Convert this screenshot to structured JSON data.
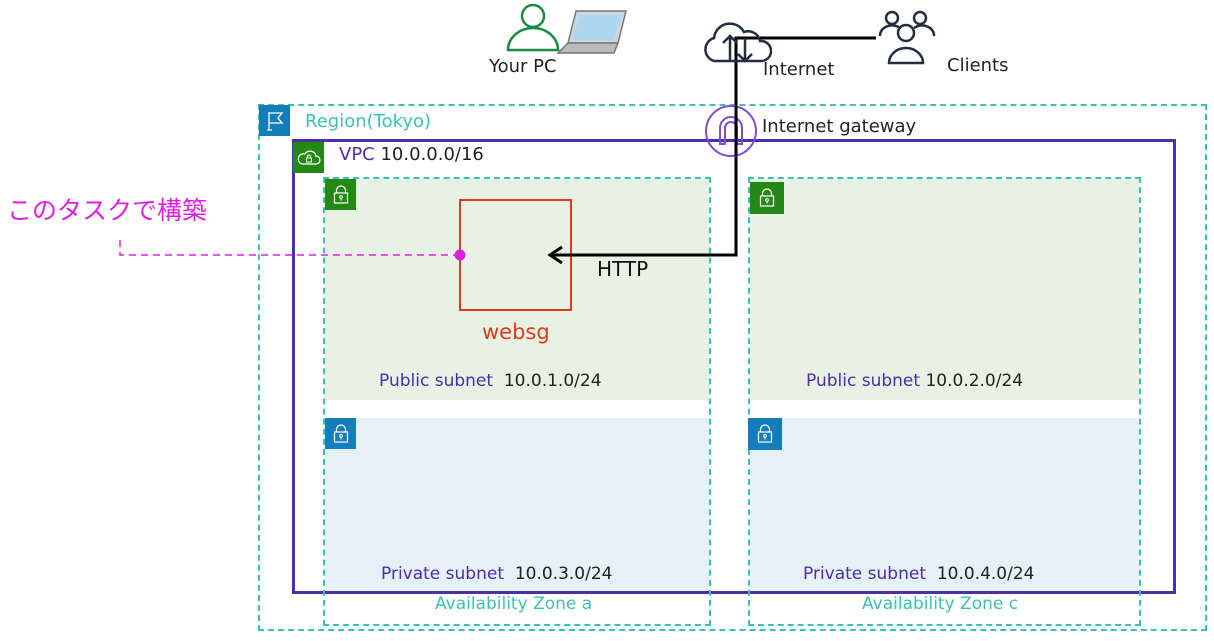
{
  "top": {
    "your_pc": "Your PC",
    "internet": "Internet",
    "clients": "Clients"
  },
  "region": {
    "label": "Region(Tokyo)"
  },
  "igw": {
    "label": "Internet gateway"
  },
  "vpc": {
    "label": "VPC",
    "cidr": "10.0.0.0/16"
  },
  "annotation": {
    "text": "このタスクで構築"
  },
  "websg": {
    "label": "websg"
  },
  "flow": {
    "label": "HTTP"
  },
  "subnets": [
    {
      "type": "Public subnet",
      "cidr": "10.0.1.0/24"
    },
    {
      "type": "Public subnet",
      "cidr": "10.0.2.0/24"
    },
    {
      "type": "Private subnet",
      "cidr": "10.0.3.0/24"
    },
    {
      "type": "Private subnet",
      "cidr": "10.0.4.0/24"
    }
  ],
  "zones": [
    {
      "label": "Availability Zone a"
    },
    {
      "label": "Availability Zone c"
    }
  ],
  "colors": {
    "region_border": "#3cc2b0",
    "vpc_border": "#4b2ea8",
    "public_fill": "#e8f2e4",
    "private_fill": "#e5f0f7",
    "websg": "#dd3b1e",
    "annotation": "#e020e0"
  }
}
